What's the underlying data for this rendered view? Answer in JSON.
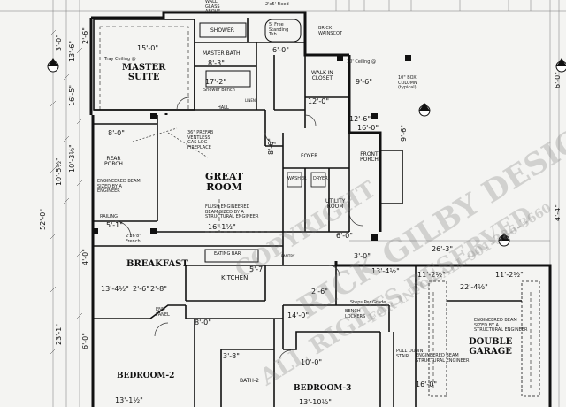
{
  "rooms": {
    "master_suite": "MASTER\nSUITE",
    "master_bath": "MASTER BATH",
    "walk_in_closet": "WALK-IN\nCLOSET",
    "great_room": "GREAT\nROOM",
    "breakfast": "BREAKFAST",
    "kitchen": "KITCHEN",
    "utility_room": "UTILITY\nROOM",
    "foyer": "FOYER",
    "front_porch": "FRONT\nPORCH",
    "rear_porch": "REAR\nPORCH",
    "double_garage": "DOUBLE\nGARAGE",
    "bedroom_2": "BEDROOM-2",
    "bedroom_3": "BEDROOM-3",
    "bath_2": "BATH-2",
    "shower": "SHOWER",
    "hall": "HALL",
    "eating_bar": "EATING BAR",
    "linen": "LINEN",
    "pantry": "PANTRY"
  },
  "notes": {
    "wall_glass": "WALL\nGLASS\nABOVE",
    "tub": "5' Free\nStanding\nTub",
    "fixed": "2'x5' Fixed",
    "wainscot": "BRICK\nWAINSCOT",
    "tray_ceiling": "Tray Ceiling @",
    "fireplace": "36\" PREFAB\nVENTLESS\nGAS LOG\nFIREPLACE",
    "flush_beam": "FLUSH ENGINEERED\nBEAM SIZED BY A\nSTRUCTURAL ENGINEER",
    "rear_beam": "ENGINEERED BEAM\nSIZED BY A\nENGINEER",
    "garage_beam": "ENGINEERED BEAM\nSIZED BY A\nSTRUCTURAL ENGINEER",
    "garage_beam2": "ENGINEERED BEAM\nSTRUCTURAL ENGINEER",
    "box_column": "10\" BOX\nCOLUMN\n(typical)",
    "ceiling_10": "10' Ceiling @",
    "washer": "WASHER",
    "dryer": "DRYER",
    "railing": "RAILING",
    "french": "2'x6'8\"\nFrench",
    "shower_bench": "Shower Bench",
    "bench": "BENCH\nLOCKERS",
    "pull_down": "PULL DOWN\nSTAIR",
    "steps_grade": "Steps Per Grade",
    "end_panel": "END\nPANEL"
  },
  "dimensions": {
    "d1": "15'-0\"",
    "d2": "17'-2\"",
    "d3": "8'-0\"",
    "d4": "8'-3\"",
    "d5": "6'-0\"",
    "d6": "5'-1\"",
    "d7": "2'-6\"",
    "d8": "16'-1½\"",
    "d9": "16'-0\"",
    "d10": "16'-0\"",
    "d11": "26'-3\"",
    "d12": "22'-4½\"",
    "d13": "11'-2½\"",
    "d14": "11'-2½\"",
    "d15": "13'-4½\"",
    "d16": "2'-8\"",
    "d17": "10'-0\"",
    "d18": "14'-0\"",
    "d19": "13'-4½\"",
    "d20": "13'-1½\"",
    "d21": "13'-10½\"",
    "d22": "3'-8\"",
    "d23": "12'-6\"",
    "d24": "5'-7\"",
    "d25": "2'-6\"",
    "d26": "3'-0\"",
    "d27": "8'-0\"",
    "d28": "9'-6\"",
    "d29": "6'-0\"",
    "d30": "12'-0\"",
    "d31": "10'-5½\"",
    "d32": "10'-3½\"",
    "d33": "16'-5\"",
    "d34": "23'-1\"",
    "d35": "52'-0\"",
    "d36": "13'-6\"",
    "d37": "4'-4\"",
    "d38": "6'-0\"",
    "d39": "4'-0\"",
    "d40": "6'-0\"",
    "d41": "3'-0\"",
    "d42": "8'-6\"",
    "d43": "9'-6\"",
    "d44": "2'-6\""
  },
  "watermark": {
    "line1": "COPYRIGHT",
    "line2": "ALL RIGHTS RESERVED",
    "line3": "RICK GILBY DESIGNS, INC.",
    "line4": "FOR INFO CALL 901-386-3660"
  }
}
